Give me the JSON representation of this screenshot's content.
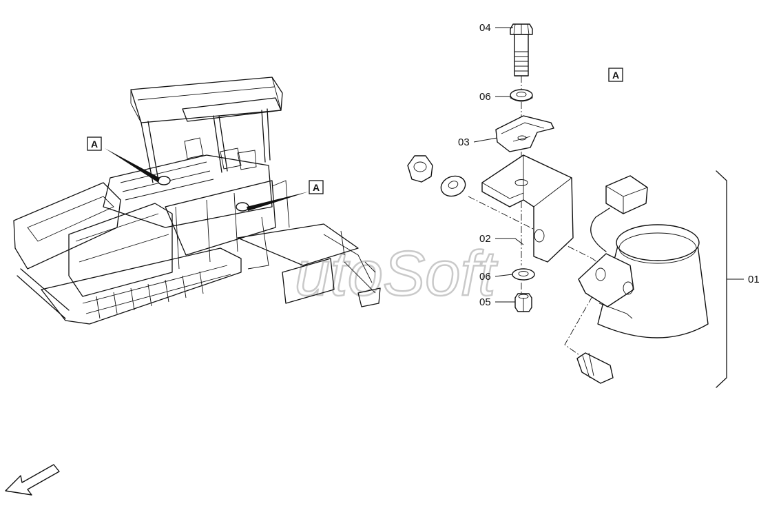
{
  "callouts": {
    "p01": "01",
    "p02": "02",
    "p03": "03",
    "p04": "04",
    "p05": "05",
    "p06a": "06",
    "p06b": "06"
  },
  "detail_marks": {
    "overview_1": "A",
    "overview_2": "A",
    "detail": "A"
  },
  "watermark": "utoSoft",
  "icons": {
    "machine": "road-paver-machine",
    "direction": "direction-arrow-icon"
  }
}
